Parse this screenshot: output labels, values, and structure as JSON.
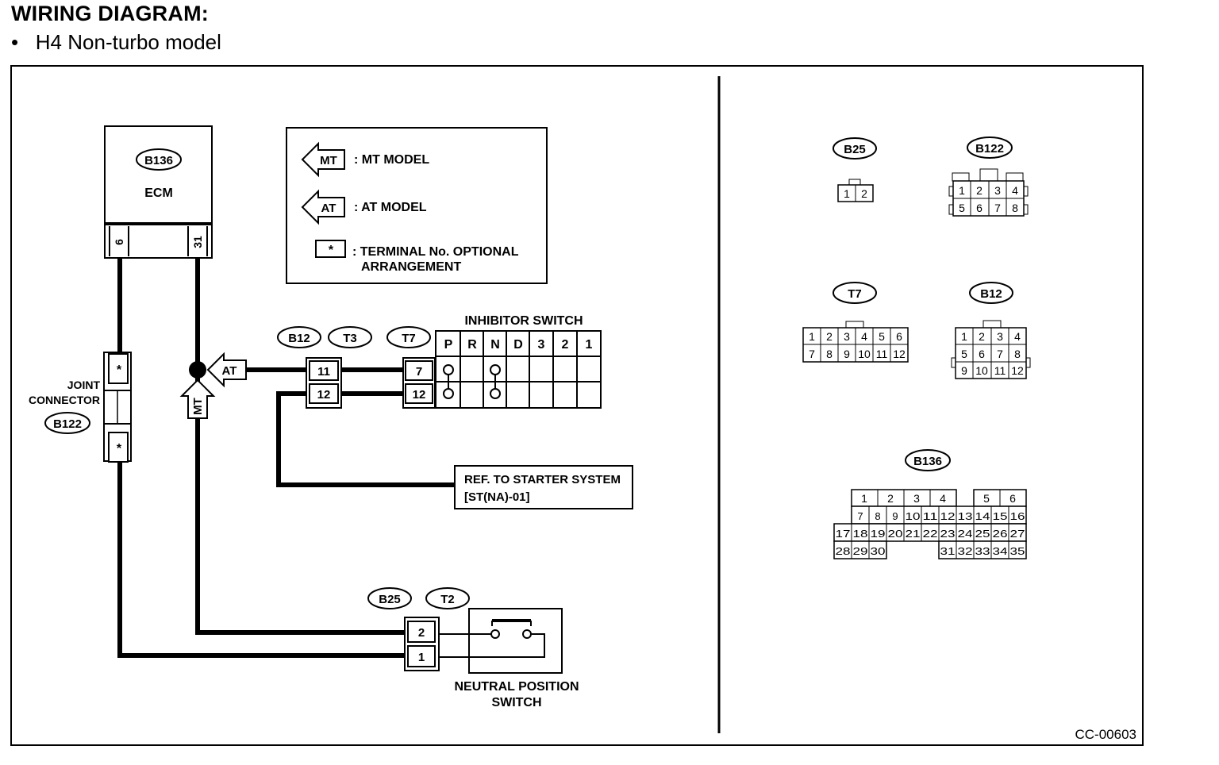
{
  "header": {
    "title": "WIRING DIAGRAM:",
    "subtitle_bullet": "•",
    "subtitle": "H4 Non-turbo model"
  },
  "legend": {
    "mt_tag": "MT",
    "mt_label": ": MT MODEL",
    "at_tag": "AT",
    "at_label": ": AT MODEL",
    "terminal_tag": "*",
    "terminal_line1": ": TERMINAL No. OPTIONAL",
    "terminal_line2": "ARRANGEMENT"
  },
  "ecm": {
    "connector": "B136",
    "label": "ECM",
    "pin_left": "6",
    "pin_right": "31"
  },
  "joint_connector": {
    "label_line1": "JOINT",
    "label_line2": "CONNECTOR",
    "connector": "B122",
    "pin_top": "*",
    "pin_bottom": "*"
  },
  "branch_tags": {
    "at": "AT",
    "mt": "MT"
  },
  "inhibitor": {
    "title": "INHIBITOR SWITCH",
    "conn_a": "B12",
    "conn_b": "T3",
    "conn_c": "T7",
    "pin_a1": "11",
    "pin_a2": "12",
    "pin_c1": "7",
    "pin_c2": "12",
    "positions": [
      "P",
      "R",
      "N",
      "D",
      "3",
      "2",
      "1"
    ]
  },
  "ref_box": {
    "line1": "REF. TO STARTER SYSTEM",
    "line2": "[ST(NA)-01]"
  },
  "neutral_switch": {
    "conn_a": "B25",
    "conn_b": "T2",
    "pin_top": "2",
    "pin_bottom": "1",
    "label_line1": "NEUTRAL POSITION",
    "label_line2": "SWITCH"
  },
  "connector_views": {
    "b25": {
      "name": "B25",
      "pins": [
        "1",
        "2"
      ]
    },
    "b122": {
      "name": "B122",
      "row1": [
        "1",
        "2",
        "3",
        "4"
      ],
      "row2": [
        "5",
        "6",
        "7",
        "8"
      ]
    },
    "t7": {
      "name": "T7",
      "row1": [
        "1",
        "2",
        "3",
        "4",
        "5",
        "6"
      ],
      "row2": [
        "7",
        "8",
        "9",
        "10",
        "11",
        "12"
      ]
    },
    "b12": {
      "name": "B12",
      "row1": [
        "1",
        "2",
        "3",
        "4"
      ],
      "row2": [
        "5",
        "6",
        "7",
        "8"
      ],
      "row3": [
        "9",
        "10",
        "11",
        "12"
      ]
    },
    "b136": {
      "name": "B136",
      "row1a": [
        "1",
        "2",
        "3",
        "4"
      ],
      "row1b": [
        "5",
        "6"
      ],
      "row2": [
        "7",
        "8",
        "9",
        "10",
        "11",
        "12",
        "13",
        "14",
        "15",
        "16"
      ],
      "row3": [
        "17",
        "18",
        "19",
        "20",
        "21",
        "22",
        "23",
        "24",
        "25",
        "26",
        "27"
      ],
      "row4a": [
        "28",
        "29",
        "30"
      ],
      "row4b": [
        "31",
        "32",
        "33",
        "34",
        "35"
      ]
    }
  },
  "figure_code": "CC-00603"
}
